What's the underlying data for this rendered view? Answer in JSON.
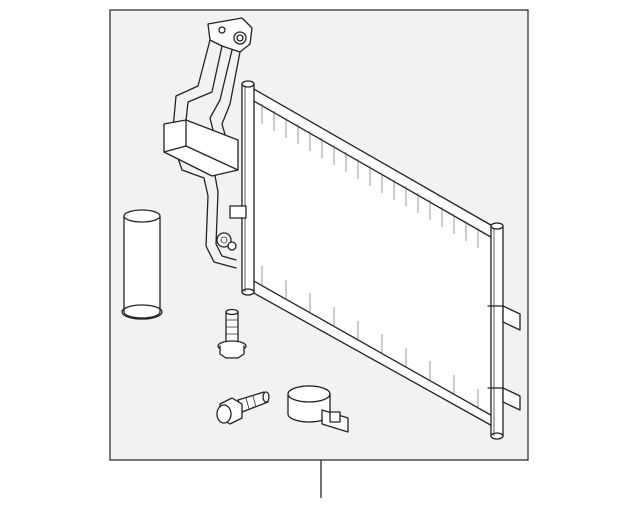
{
  "diagram": {
    "background": "#f2f2f2",
    "stroke": "#222222",
    "parts": [
      {
        "name": "condenser-core"
      },
      {
        "name": "receiver-drier"
      },
      {
        "name": "refrigerant-pipe"
      },
      {
        "name": "mounting-bracket"
      },
      {
        "name": "bolt-vertical"
      },
      {
        "name": "bolt-angled"
      },
      {
        "name": "mounting-clamp"
      },
      {
        "name": "leader-line"
      }
    ]
  }
}
